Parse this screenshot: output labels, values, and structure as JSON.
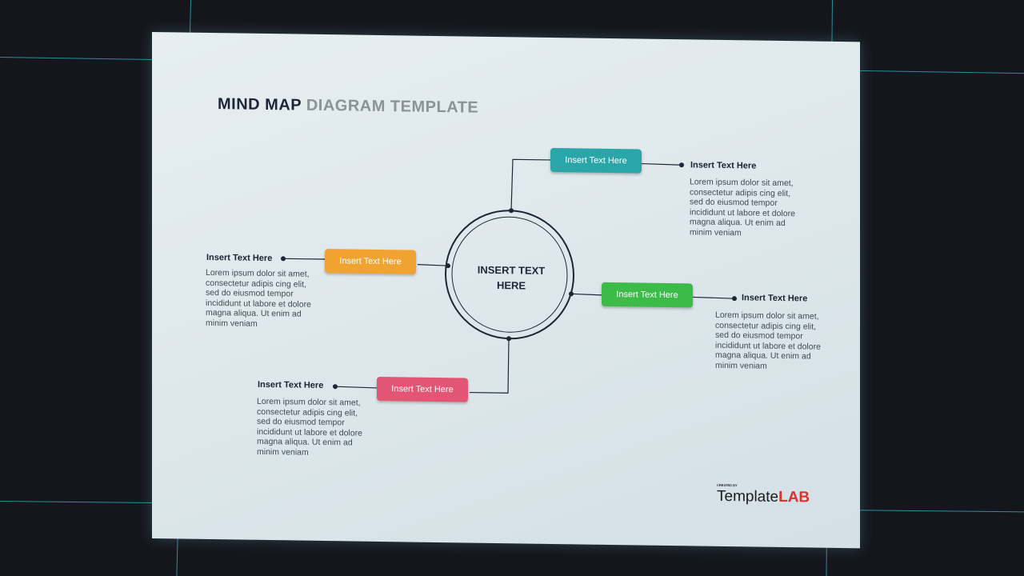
{
  "slide": {
    "title_part1": "MIND MAP",
    "title_part2": "DIAGRAM TEMPLATE",
    "center_text_line1": "INSERT TEXT",
    "center_text_line2": "HERE",
    "branches": [
      {
        "box_label": "Insert Text Here",
        "color": "#2aa6a8",
        "heading": "Insert Text Here",
        "body": "Lorem ipsum dolor sit amet, consectetur adipis cing elit, sed do eiusmod tempor incididunt ut labore et dolore magna aliqua. Ut enim ad minim veniam"
      },
      {
        "box_label": "Insert Text Here",
        "color": "#f0a331",
        "heading": "Insert Text Here",
        "body": "Lorem ipsum dolor sit amet, consectetur adipis cing elit, sed do eiusmod tempor incididunt ut labore et dolore magna aliqua. Ut enim ad minim veniam"
      },
      {
        "box_label": "Insert Text Here",
        "color": "#3cbb48",
        "heading": "Insert Text Here",
        "body": "Lorem ipsum dolor sit amet, consectetur adipis cing elit, sed do eiusmod tempor incididunt ut labore et dolore magna aliqua. Ut enim ad minim veniam"
      },
      {
        "box_label": "Insert Text Here",
        "color": "#e25575",
        "heading": "Insert Text Here",
        "body": "Lorem ipsum dolor sit amet, consectetur adipis cing elit, sed do eiusmod tempor incididunt ut labore et dolore magna aliqua. Ut enim ad minim veniam"
      }
    ],
    "logo": {
      "small_text": "CREATED BY",
      "part1": "Template",
      "part2": "LAB"
    }
  },
  "colors": {
    "background": "#15161c",
    "guides": "#2fb6c8",
    "line": "#1f2535"
  }
}
